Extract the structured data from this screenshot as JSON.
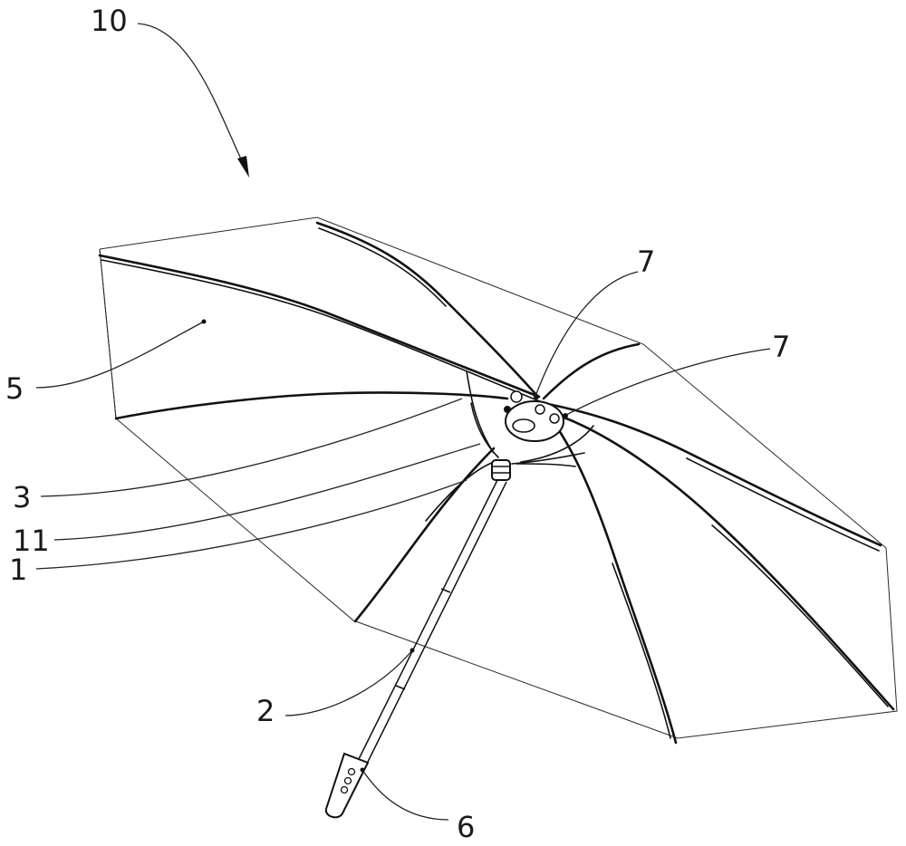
{
  "figure": {
    "labels": {
      "assembly": "10",
      "canopy": "5",
      "hub_top": "7",
      "hub_side": "7",
      "runner": "3",
      "ring": "11",
      "rib": "1",
      "shaft": "2",
      "handle": "6"
    }
  }
}
